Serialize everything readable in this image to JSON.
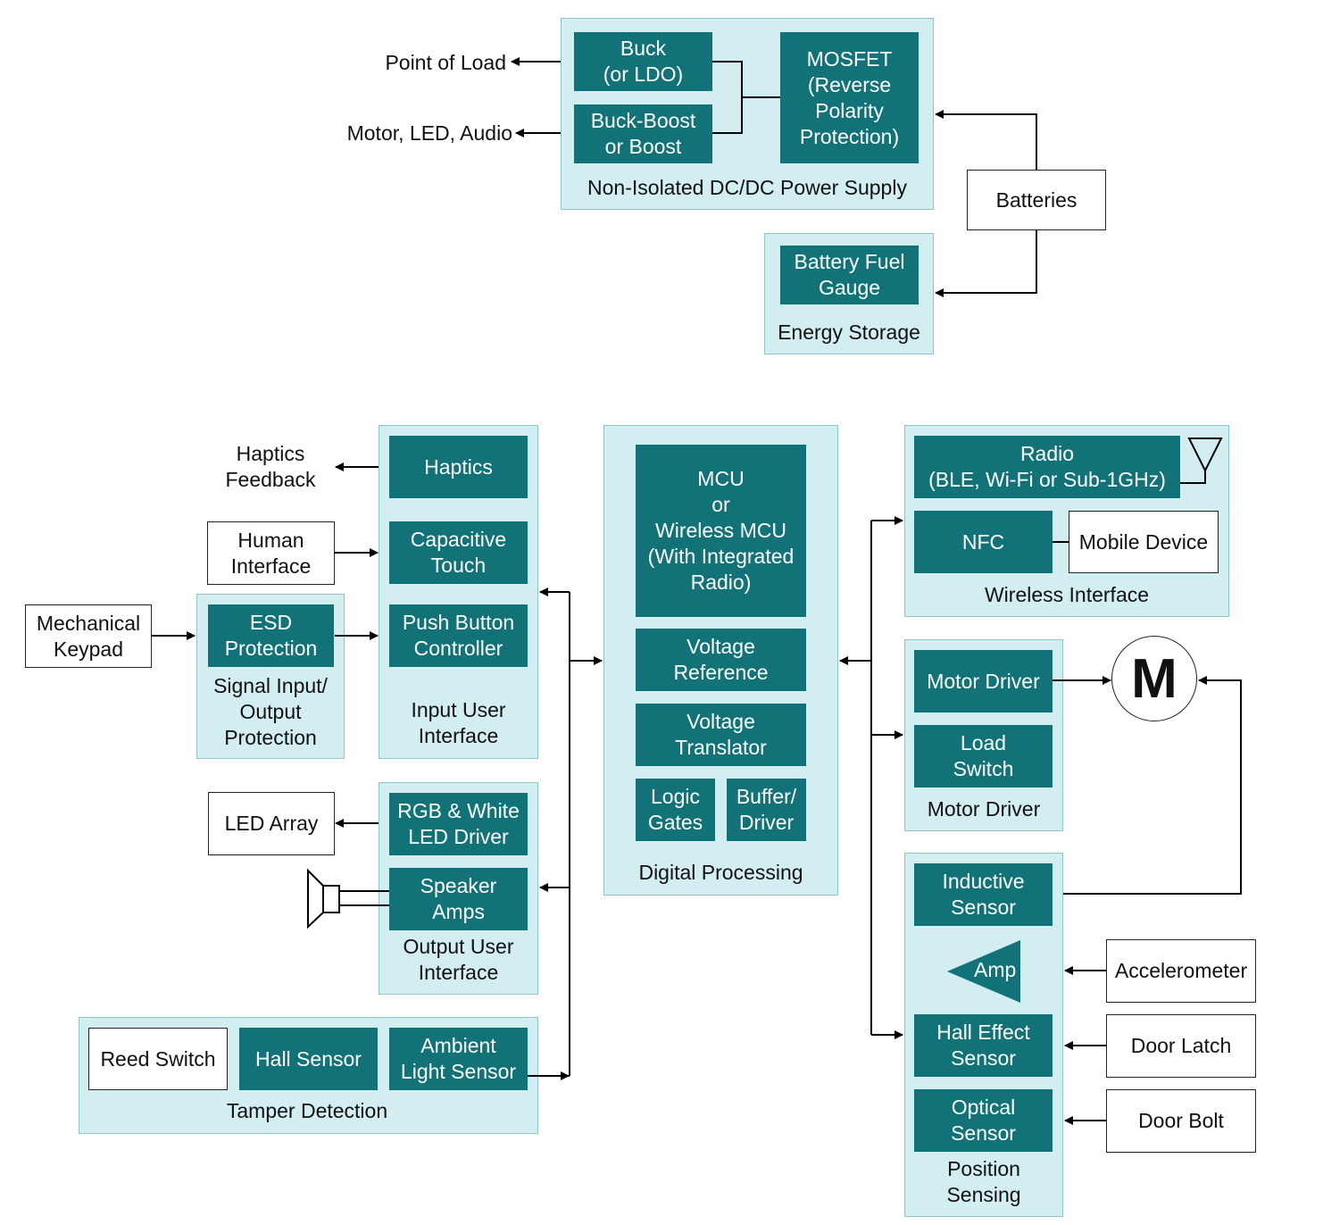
{
  "power_supply": {
    "group_label": "Non-Isolated DC/DC Power Supply",
    "buck": "Buck\n(or LDO)",
    "buck_boost": "Buck-Boost\nor Boost",
    "mosfet": "MOSFET\n(Reverse\nPolarity\nProtection)",
    "outputs": [
      "Point of Load",
      "Motor, LED, Audio"
    ]
  },
  "batteries": "Batteries",
  "energy_storage": {
    "group_label": "Energy Storage",
    "fuel_gauge": "Battery Fuel\nGauge"
  },
  "input_ui": {
    "group_label": "Input User\nInterface",
    "haptics": "Haptics",
    "capacitive_touch": "Capacitive\nTouch",
    "push_button": "Push Button\nController"
  },
  "haptics_feedback": "Haptics\nFeedback",
  "human_interface": "Human\nInterface",
  "mechanical_keypad": "Mechanical\nKeypad",
  "signal_protection": {
    "group_label": "Signal Input/\nOutput\nProtection",
    "esd": "ESD\nProtection"
  },
  "output_ui": {
    "group_label": "Output User\nInterface",
    "rgb_led": "RGB & White\nLED Driver",
    "speaker_amps": "Speaker\nAmps"
  },
  "led_array": "LED Array",
  "tamper": {
    "group_label": "Tamper Detection",
    "reed_switch": "Reed Switch",
    "hall_sensor": "Hall Sensor",
    "ambient_light": "Ambient\nLight Sensor"
  },
  "digital": {
    "group_label": "Digital Processing",
    "mcu": "MCU\nor\nWireless MCU\n(With Integrated\nRadio)",
    "voltage_reference": "Voltage\nReference",
    "voltage_translator": "Voltage\nTranslator",
    "logic_gates": "Logic\nGates",
    "buffer_driver": "Buffer/\nDriver"
  },
  "wireless": {
    "group_label": "Wireless Interface",
    "radio": "Radio\n(BLE, Wi-Fi or Sub-1GHz)",
    "nfc": "NFC",
    "mobile_device": "Mobile Device"
  },
  "motor_driver": {
    "group_label": "Motor Driver",
    "motor_driver": "Motor Driver",
    "load_switch": "Load\nSwitch"
  },
  "motor_symbol": "M",
  "position": {
    "group_label": "Position\nSensing",
    "inductive": "Inductive\nSensor",
    "amp": "Amp",
    "hall_effect": "Hall Effect\nSensor",
    "optical": "Optical\nSensor"
  },
  "position_inputs": [
    "Accelerometer",
    "Door Latch",
    "Door Bolt"
  ],
  "colors": {
    "block": "#117377",
    "group_bg": "#d3eef1",
    "group_border": "#8fc6cc"
  },
  "icons": [
    "antenna-icon",
    "speaker-icon",
    "motor-icon",
    "amplifier-triangle-icon"
  ]
}
